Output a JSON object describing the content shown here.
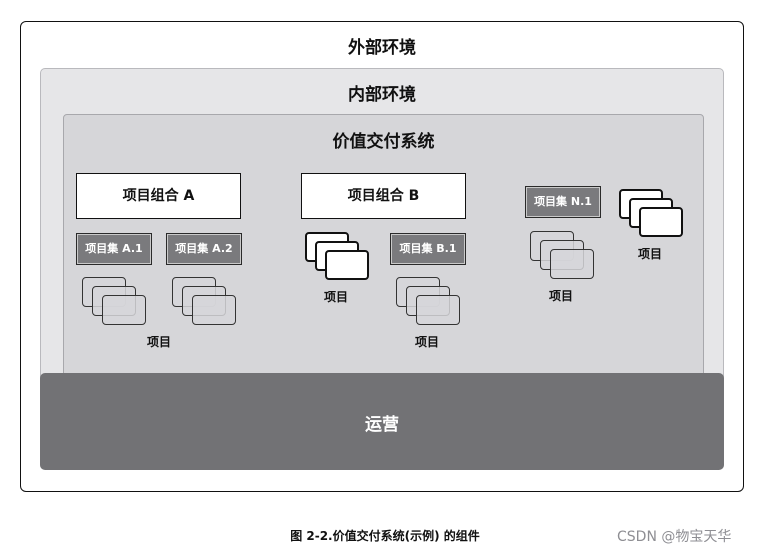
{
  "outer": {
    "title": "外部环境"
  },
  "internal": {
    "title": "内部环境"
  },
  "vds": {
    "title": "价值交付系统"
  },
  "portfolios": [
    {
      "label": "项目组合 A"
    },
    {
      "label": "项目组合 B"
    }
  ],
  "programs": [
    {
      "label": "项目集 A.1"
    },
    {
      "label": "项目集 A.2"
    },
    {
      "label": "项目集 B.1"
    },
    {
      "label": "项目集 N.1"
    }
  ],
  "project_label": "项目",
  "operations": {
    "title": "运营"
  },
  "caption": "图 2-2.价值交付系统(示例) 的组件",
  "watermark": "CSDN @物宝天华"
}
